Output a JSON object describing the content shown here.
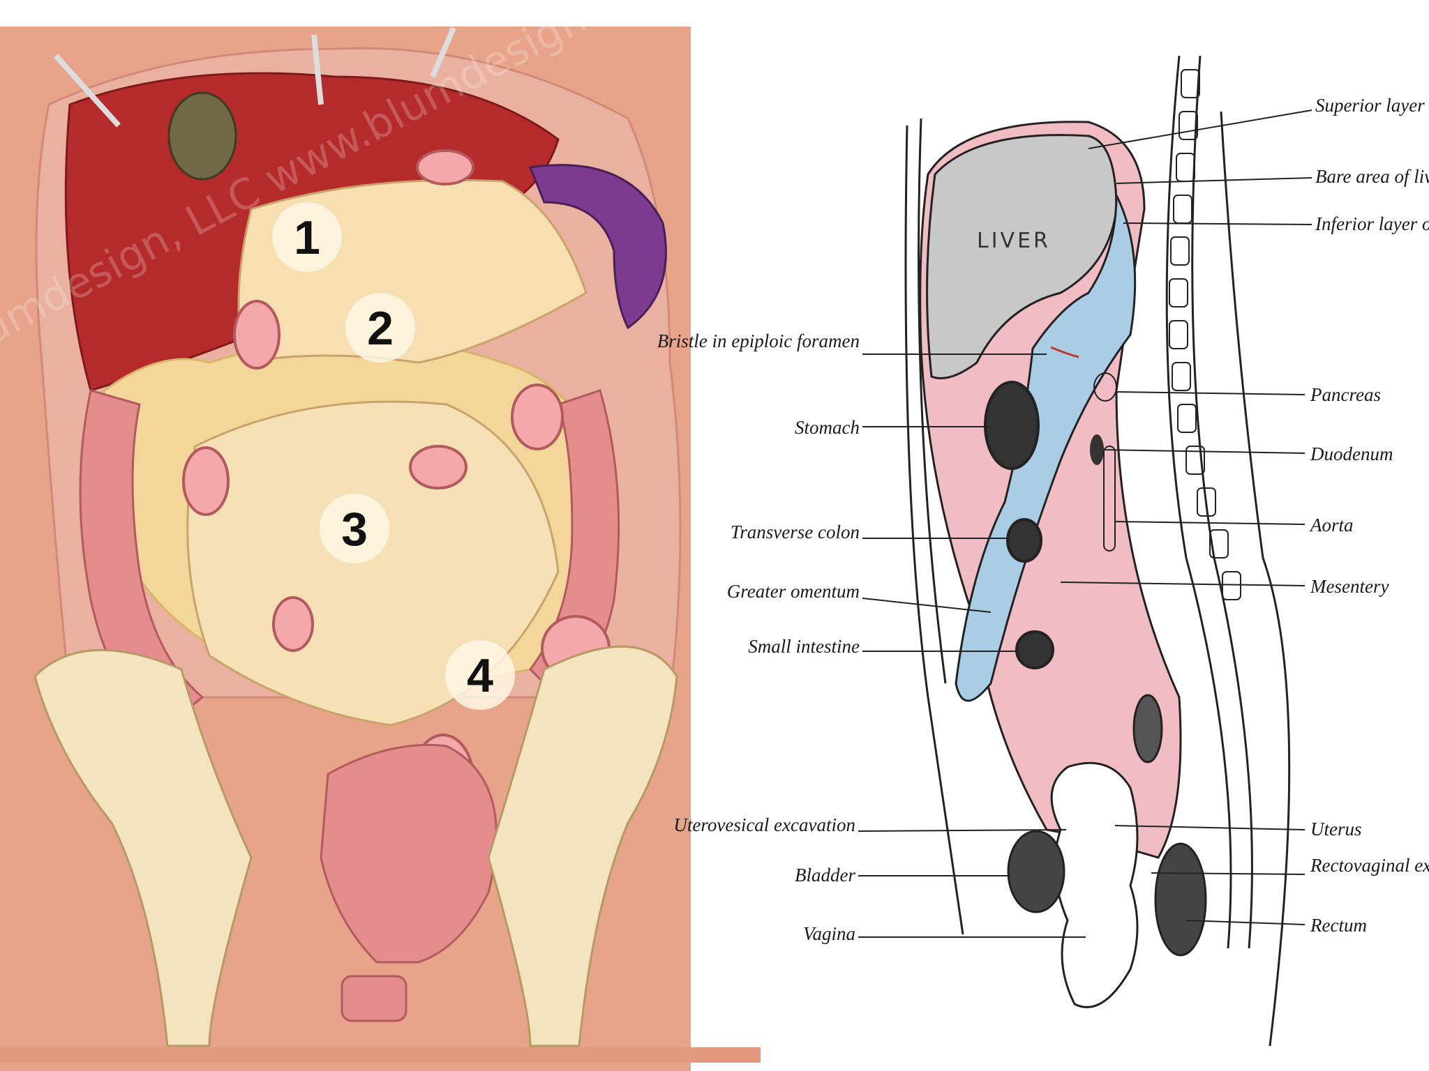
{
  "left_panel": {
    "numbers": [
      "1",
      "2",
      "3",
      "4"
    ],
    "watermark": "© Blumdesign, LLC  www.blumdesign.com"
  },
  "right_panel": {
    "organ_label": "LIVER",
    "labels_right": [
      "Superior layer of coronary ligament",
      "Bare area of liver",
      "Inferior layer of coronary ligament",
      "Pancreas",
      "Duodenum",
      "Aorta",
      "Mesentery",
      "Uterus",
      "Rectovaginal excavation",
      "Rectum"
    ],
    "labels_left": [
      "Bristle in epiploic foramen",
      "Stomach",
      "Transverse colon",
      "Greater omentum",
      "Small intestine",
      "Uterovesical excavation",
      "Bladder",
      "Vagina"
    ]
  },
  "colors": {
    "background_left": "#e7a48a",
    "peritoneum": "#f2bcc4",
    "lesser_sac": "#aacde6",
    "liver": "#c8c8c8",
    "liver_red": "#b52a2a"
  }
}
